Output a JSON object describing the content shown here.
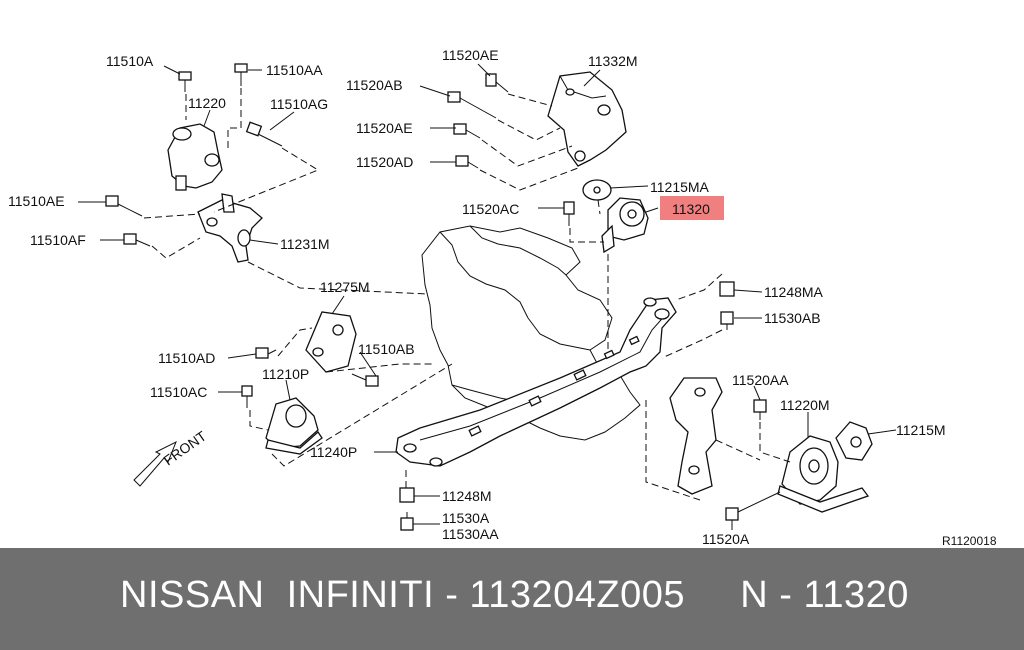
{
  "labels": {
    "l11510a": "11510A",
    "l11510aa": "11510AA",
    "l11220": "11220",
    "l11510ag": "11510AG",
    "l11510ae": "11510AE",
    "l11510af": "11510AF",
    "l11231m": "11231M",
    "l11520ae_top": "11520AE",
    "l11332m": "11332M",
    "l11520ab": "11520AB",
    "l11520ae": "11520AE",
    "l11520ad": "11520AD",
    "l11215ma": "11215MA",
    "l11520ac": "11520AC",
    "l11320": "11320",
    "l11275m": "11275M",
    "l11248ma": "11248MA",
    "l11530ab": "11530AB",
    "l11510ad": "11510AD",
    "l11510ab": "11510AB",
    "l11210p": "11210P",
    "l11510ac": "11510AC",
    "l11520aa": "11520AA",
    "l11220m": "11220M",
    "l11215m": "11215M",
    "l11240p": "11240P",
    "l11248m": "11248M",
    "l11530a": "11530A",
    "l11530aa": "11530AA",
    "l11520a": "11520A",
    "front": "FRONT",
    "ref_code": "R1120018"
  },
  "highlight_color": "#f08080",
  "footer": {
    "text": "NISSAN  INFINITI - 113204Z005     N - 11320",
    "background": "#6f6f6f"
  }
}
